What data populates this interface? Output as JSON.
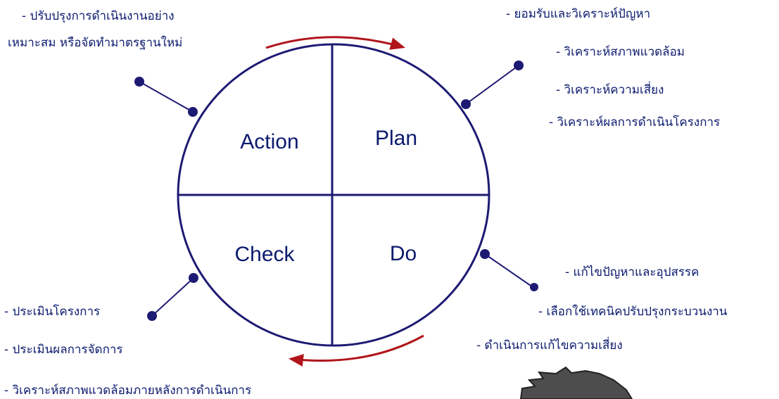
{
  "colors": {
    "diagram_blue": "#1d1a73",
    "arrow_red": "#b0151b",
    "text_navy": "#0b1a6e",
    "figure_gray": "#4d4d4d"
  },
  "icons": {
    "cycle_arrows": "arc-arrow-icon",
    "connector": "pin-connector-icon",
    "decoration": "cartoon-figure-partial"
  },
  "quadrants": {
    "plan": "Plan",
    "do": "Do",
    "check": "Check",
    "action": "Action"
  },
  "notes": {
    "action": [
      "- ปรับปรุงการดำเนินงานอย่าง",
      "เหมาะสม หรือจัดทำมาตรฐานใหม่"
    ],
    "plan": [
      "- ยอมรับและวิเคราะห์ปัญหา",
      "- วิเคราะห์สภาพแวดล้อม",
      "- วิเคราะห์ความเสี่ยง",
      "- วิเคราะห์ผลการดำเนินโครงการ"
    ],
    "do": [
      "- แก้ไขปัญหาและอุปสรรค",
      "- เลือกใช้เทคนิคปรับปรุงกระบวนงาน",
      "- ดำเนินการแก้ไขความเสี่ยง"
    ],
    "check": [
      "- ประเมินโครงการ",
      "- ประเมินผลการจัดการ",
      "- วิเคราะห์สภาพแวดล้อมภายหลังการดำเนินการ"
    ]
  }
}
